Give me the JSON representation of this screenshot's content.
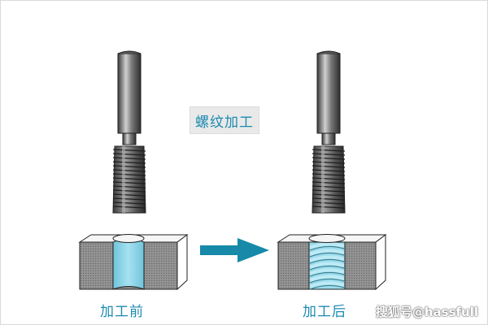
{
  "title": "螺纹加工",
  "before_label": "加工前",
  "after_label": "加工后",
  "watermark": "搜狐号@hassfull",
  "colors": {
    "accent_text": "#1f8bb0",
    "arrow": "#168aa8",
    "hole": "#8dd6e8",
    "thread": "#9bdcec",
    "block": "#8e8e8e",
    "block_top": "#f4f4f4"
  },
  "icons": {
    "tap_left": "thread-tap-icon",
    "tap_right": "thread-tap-icon",
    "arrow": "right-arrow-icon"
  }
}
